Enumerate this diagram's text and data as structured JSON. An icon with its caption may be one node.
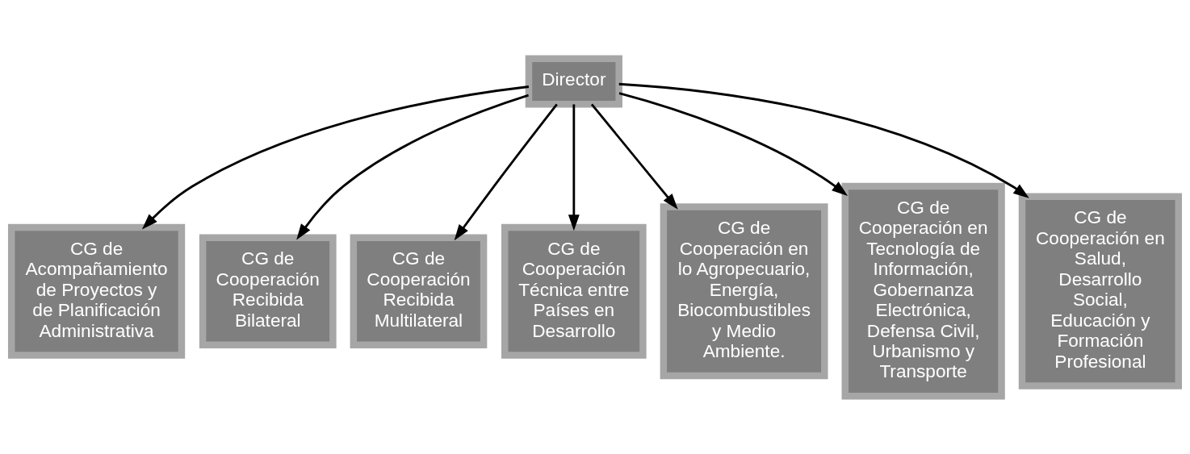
{
  "diagram": {
    "nodes": [
      {
        "text": [
          "Director"
        ]
      },
      {
        "text": [
          "CG de Acompañamiento de Proyectos y de Planificación Administrativa"
        ]
      },
      {
        "text": [
          "CG de Cooperación Recibida Bilateral"
        ]
      },
      {
        "text": [
          "CG de Cooperación Recibida Multilateral"
        ]
      },
      {
        "text": [
          "CG de Cooperación Técnica entre Países en Desarrollo"
        ]
      },
      {
        "text": [
          "CG de Cooperación en lo Agropecuario, Energía, Biocombustibles y Medio Ambiente."
        ]
      },
      {
        "text": [
          "CG de Cooperación en Tecnología de Información, Gobernanza Electrónica, Defensa Civil, Urbanismo y Transporte"
        ]
      },
      {
        "text": [
          "CG de Cooperación en Salud, Desarrollo Social, Educación y Formación Profesional"
        ]
      }
    ],
    "edges": [
      {
        "from": 0,
        "to": 1,
        "arrow": "to"
      },
      {
        "from": 0,
        "to": 2,
        "arrow": "to"
      },
      {
        "from": 0,
        "to": 3,
        "arrow": "to"
      },
      {
        "from": 0,
        "to": 4,
        "arrow": "to"
      },
      {
        "from": 0,
        "to": 5,
        "arrow": "to"
      },
      {
        "from": 0,
        "to": 6,
        "arrow": "to"
      },
      {
        "from": 0,
        "to": 7,
        "arrow": "to"
      }
    ]
  }
}
